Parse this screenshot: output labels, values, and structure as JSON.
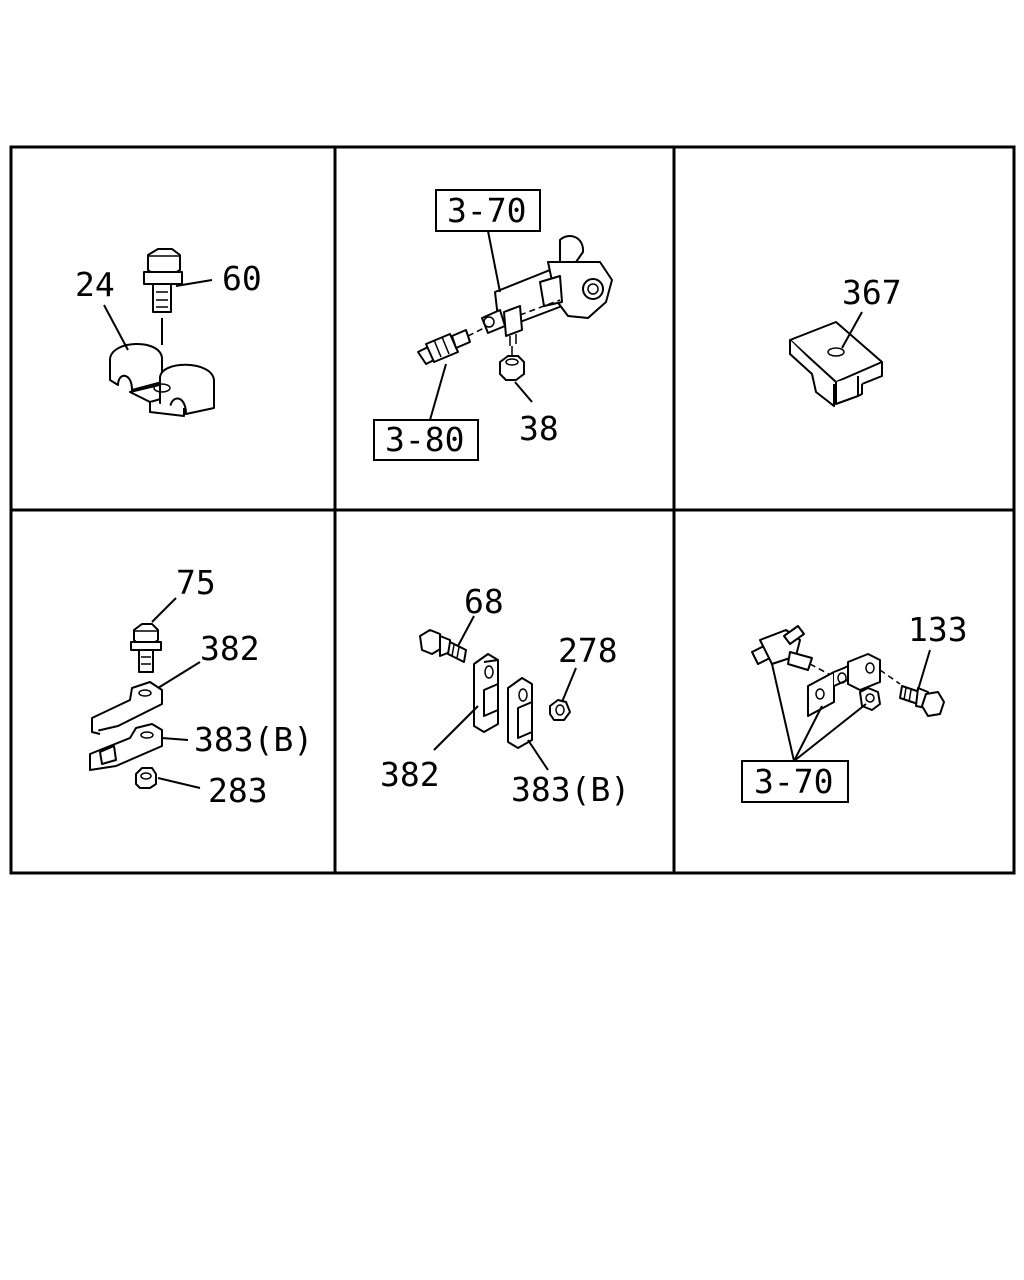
{
  "panels": [
    {
      "labels": [
        "24",
        "60"
      ]
    },
    {
      "refs": [
        "3-70",
        "3-80"
      ],
      "labels": [
        "38"
      ]
    },
    {
      "labels": [
        "367"
      ]
    },
    {
      "labels": [
        "75",
        "382",
        "383(B)",
        "283"
      ]
    },
    {
      "labels": [
        "68",
        "278",
        "382",
        "383(B)"
      ]
    },
    {
      "labels": [
        "133"
      ],
      "refs": [
        "3-70"
      ]
    }
  ]
}
